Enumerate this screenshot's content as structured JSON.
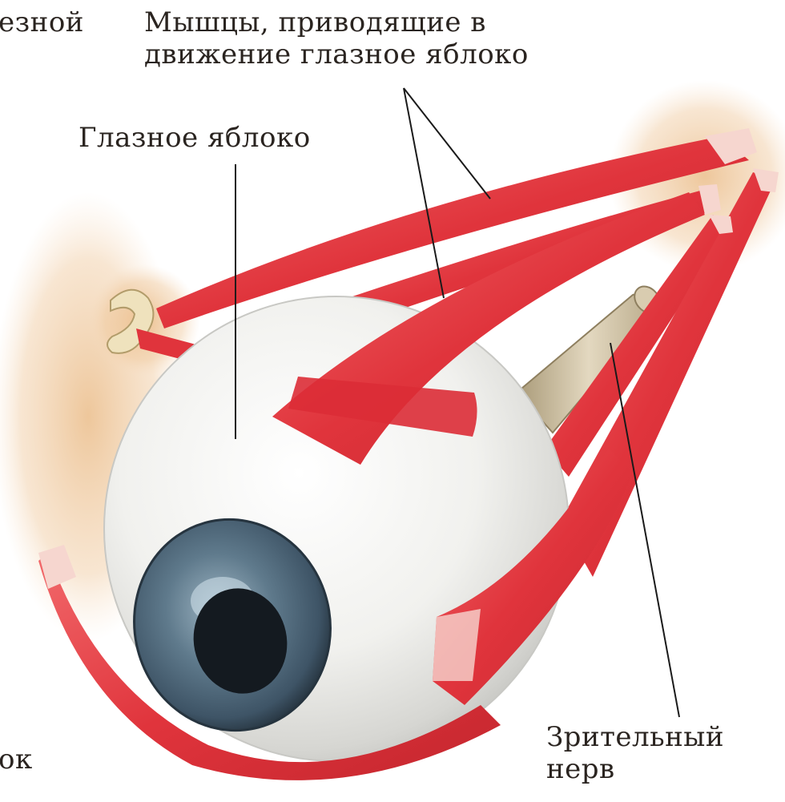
{
  "labels": {
    "fragment_top": "езной",
    "muscles_line1": "Мышцы, приводящие в",
    "muscles_line2": "движение глазное яблоко",
    "eyeball": "Глазное яблоко",
    "nerve_line1": "Зрительный",
    "nerve_line2": "нерв",
    "fragment_bottom": "ок"
  },
  "colors": {
    "muscle": "#e0343c",
    "muscle_dark": "#b8202a",
    "tendon": "#f6d6cf",
    "sclera": "#f4f4f2",
    "iris": "#4c6478",
    "pupil": "#141a20",
    "nerve": "#cfc0a0",
    "orbit_tissue": "#e8b47a"
  }
}
